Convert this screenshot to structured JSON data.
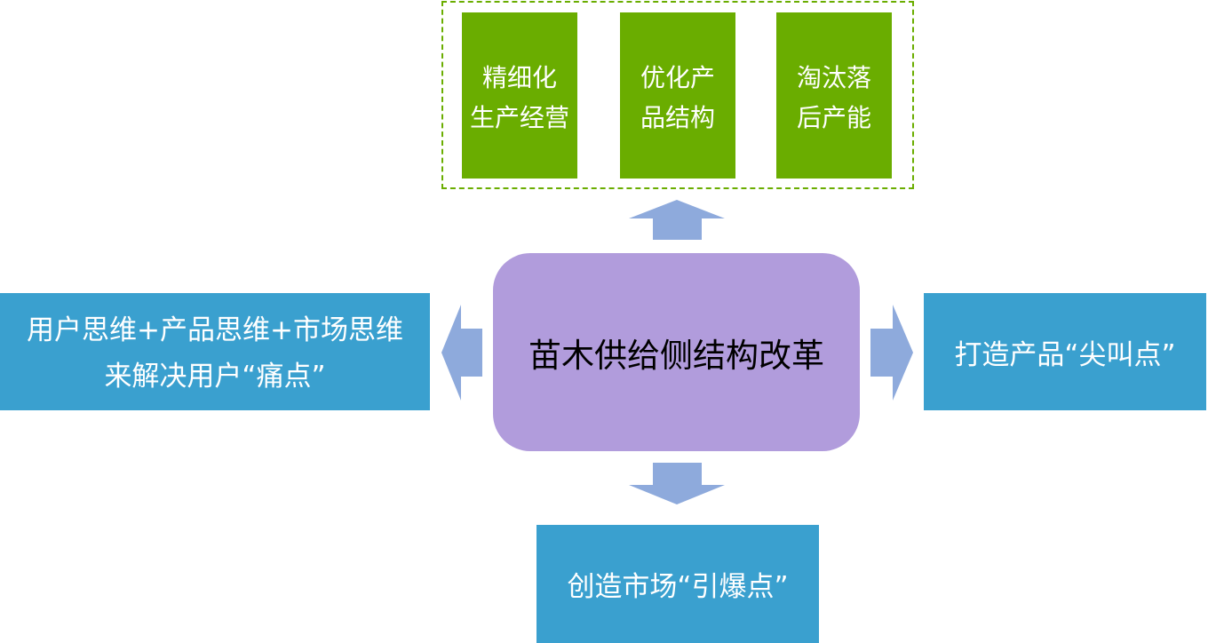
{
  "center": {
    "label": "苗木供给侧结构改革"
  },
  "top_group": {
    "boxes": [
      {
        "lines": [
          "精细化",
          "生产经营"
        ]
      },
      {
        "lines": [
          "优化产",
          "品结构"
        ]
      },
      {
        "lines": [
          "淘汰落",
          "后产能"
        ]
      }
    ]
  },
  "left": {
    "lines": [
      "用户思维+产品思维+市场思维",
      "来解决用户“痛点”"
    ]
  },
  "right": {
    "label": "打造产品“尖叫点”"
  },
  "bottom": {
    "label": "创造市场“引爆点”"
  },
  "colors": {
    "green": "#6aad00",
    "blue": "#3aa0cf",
    "lavender": "#b19cdc",
    "arrow": "#8eaadc"
  }
}
